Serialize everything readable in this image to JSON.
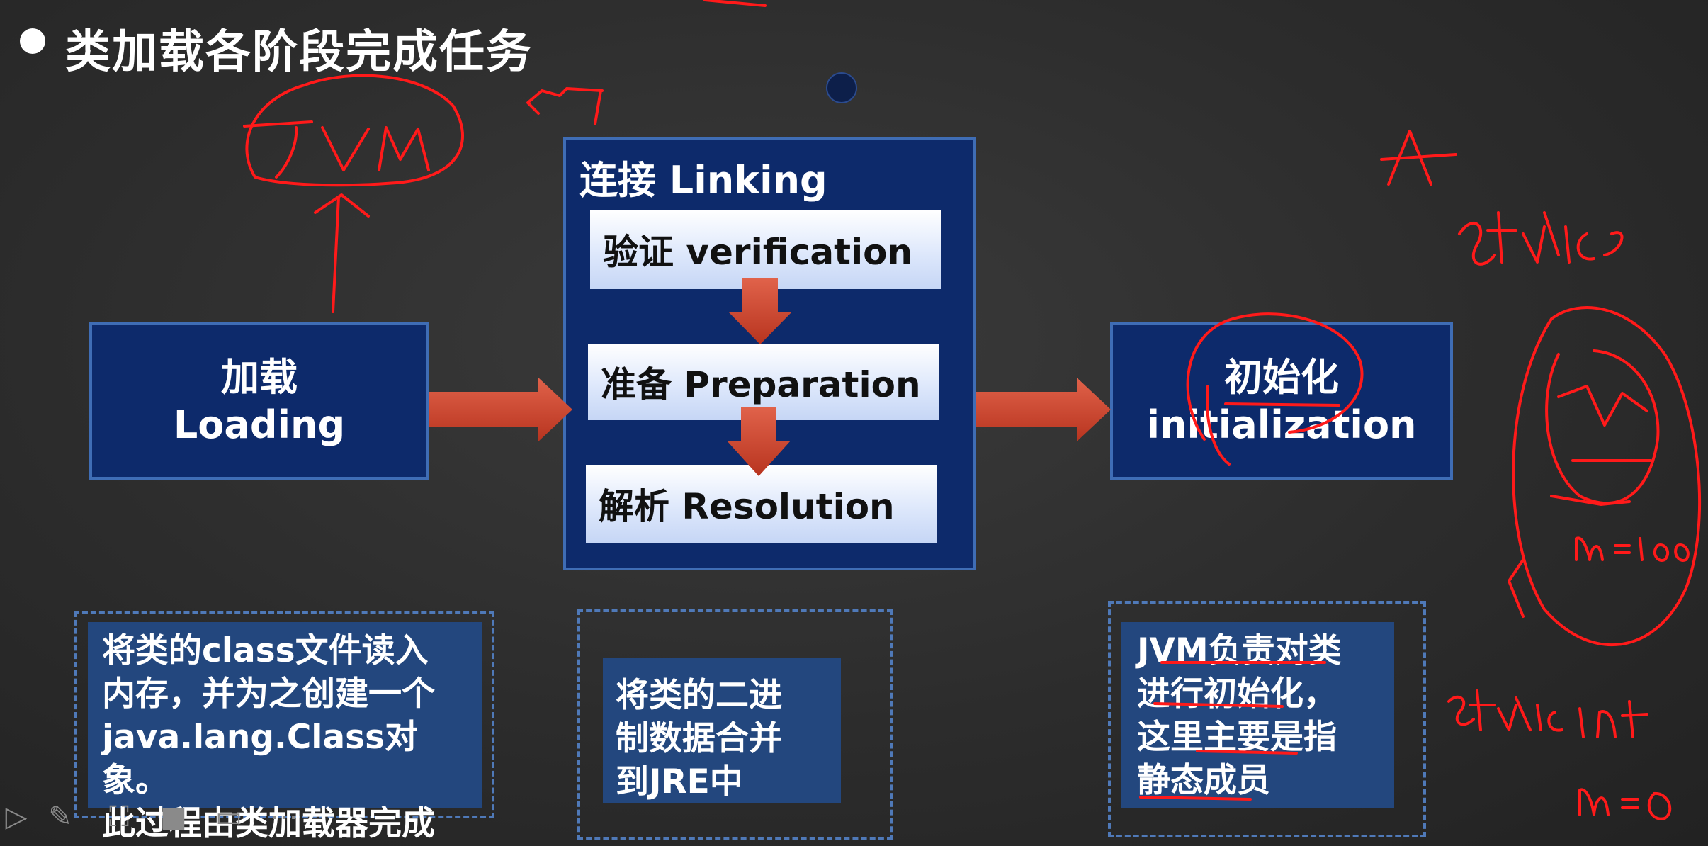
{
  "slide": {
    "title": "类加载各阶段完成任务",
    "loading": {
      "line1": "加载",
      "line2": "Loading"
    },
    "linking": {
      "label": "连接 Linking",
      "steps": [
        "验证 verification",
        "准备 Preparation",
        "解析 Resolution"
      ]
    },
    "initialization": {
      "line1": "初始化",
      "line2": "initialization"
    },
    "notes": {
      "loading": [
        "将类的class文件读入",
        "内存，并为之创建一个",
        "java.lang.Class对象。",
        "此过程由类加载器完成"
      ],
      "linking": [
        "将类的二进",
        "制数据合并",
        "到JRE中"
      ],
      "initialization": [
        "JVM负责对类",
        "进行初始化，",
        "这里主要是指",
        "静态成员"
      ]
    },
    "colors": {
      "box": "#0d2a6b",
      "border": "#3f6db5",
      "arrow": "#c8432d",
      "ink": "#ff1a1a",
      "note": "#23477e"
    }
  },
  "toolbar": {
    "icons": [
      "play-icon",
      "pen-icon",
      "screenshot-icon",
      "camera-icon",
      "comment-icon",
      "more-icon"
    ]
  }
}
